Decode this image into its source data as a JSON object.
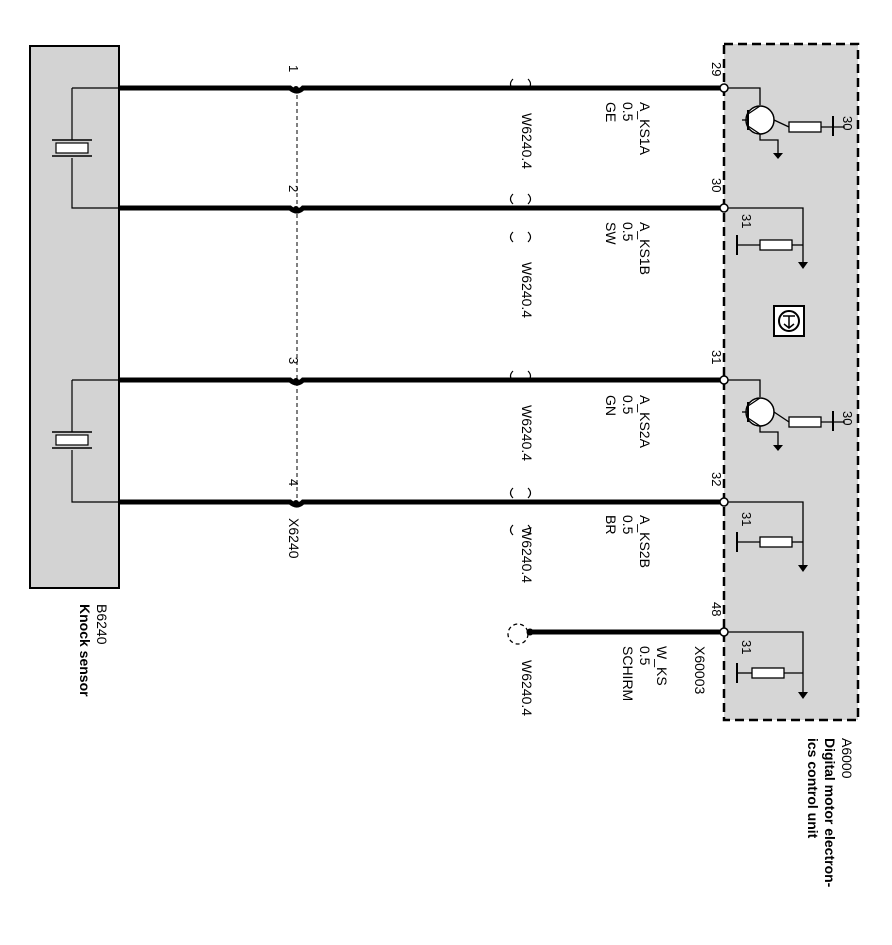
{
  "components": {
    "sensor": {
      "ref": "B6240",
      "name": "Knock sensor"
    },
    "ecu": {
      "ref": "A6000",
      "name_line1": "Digital motor electron-",
      "name_line2": "ics control unit",
      "connector": "X60003"
    },
    "sensor_connector": "X6240"
  },
  "wires": [
    {
      "sensor_pin": "1",
      "ecu_pin": "29",
      "harness": "W6240.4",
      "signal": "A_KS1A",
      "size": "0.5",
      "color": "GE",
      "ecu_ref": "30"
    },
    {
      "sensor_pin": "2",
      "ecu_pin": "30",
      "harness": "W6240.4",
      "signal": "A_KS1B",
      "size": "0.5",
      "color": "SW",
      "ecu_ref": "31"
    },
    {
      "sensor_pin": "3",
      "ecu_pin": "31",
      "harness": "W6240.4",
      "signal": "A_KS2A",
      "size": "0.5",
      "color": "GN",
      "ecu_ref": "30"
    },
    {
      "sensor_pin": "4",
      "ecu_pin": "32",
      "harness": "W6240.4",
      "signal": "A_KS2B",
      "size": "0.5",
      "color": "BR",
      "ecu_ref": "31"
    }
  ],
  "shield": {
    "ecu_pin": "48",
    "harness": "W6240.4",
    "signal": "W_KS",
    "size": "0.5",
    "color": "SCHIRM",
    "ecu_ref": "31"
  },
  "icons": [
    "transistor-icon",
    "resistor-icon",
    "ground-icon",
    "piezo-crystal-icon",
    "esd-warning-icon"
  ]
}
